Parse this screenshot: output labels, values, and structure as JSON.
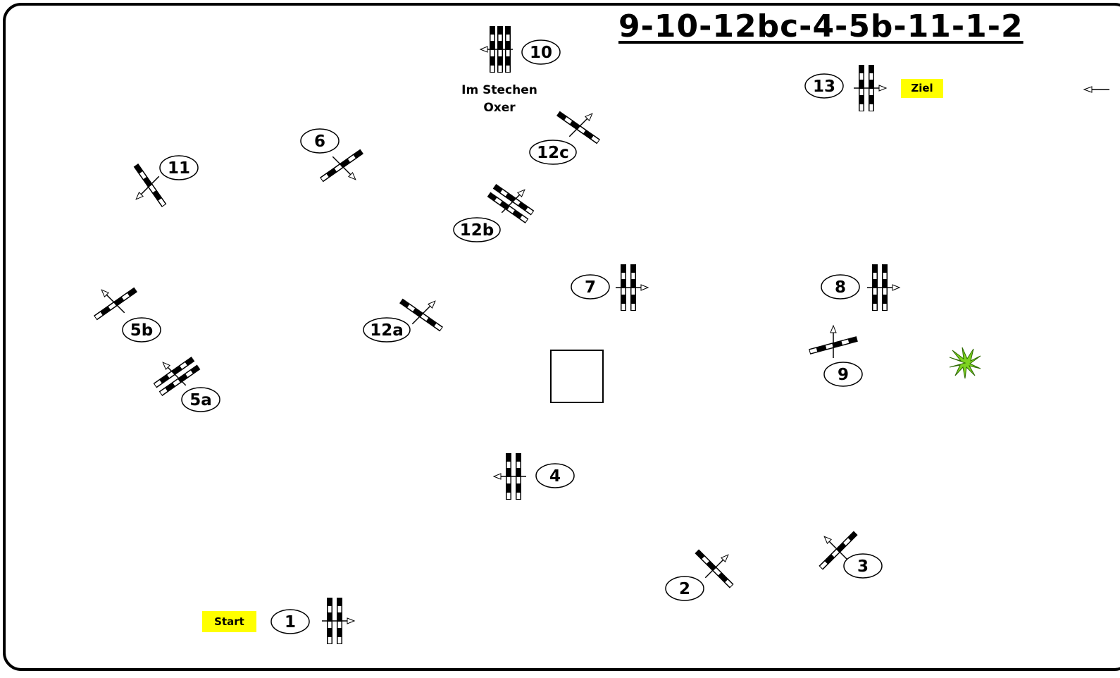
{
  "course": {
    "sequence_title": "9-10-12bc-4-5b-11-1-2",
    "start_label": "Start",
    "finish_label": "Ziel",
    "jumpoff_note_line1": "Im Stechen",
    "jumpoff_note_line2": "Oxer",
    "colors": {
      "highlight": "#ffff00",
      "ink": "#000000",
      "plant": "#7ed321"
    }
  },
  "fences": [
    {
      "id": "fence-1",
      "number": "1",
      "type": "oxer",
      "direction": "right"
    },
    {
      "id": "fence-2",
      "number": "2",
      "type": "vertical",
      "direction": "up-right"
    },
    {
      "id": "fence-3",
      "number": "3",
      "type": "vertical",
      "direction": "up-left"
    },
    {
      "id": "fence-4",
      "number": "4",
      "type": "oxer",
      "direction": "left"
    },
    {
      "id": "fence-5a",
      "number": "5a",
      "type": "oxer",
      "direction": "up-left"
    },
    {
      "id": "fence-5b",
      "number": "5b",
      "type": "vertical",
      "direction": "up-left"
    },
    {
      "id": "fence-6",
      "number": "6",
      "type": "vertical",
      "direction": "down-right"
    },
    {
      "id": "fence-7",
      "number": "7",
      "type": "oxer",
      "direction": "right"
    },
    {
      "id": "fence-8",
      "number": "8",
      "type": "oxer",
      "direction": "right"
    },
    {
      "id": "fence-9",
      "number": "9",
      "type": "vertical",
      "direction": "up"
    },
    {
      "id": "fence-10",
      "number": "10",
      "type": "triple",
      "direction": "left"
    },
    {
      "id": "fence-11",
      "number": "11",
      "type": "vertical",
      "direction": "down-left"
    },
    {
      "id": "fence-12a",
      "number": "12a",
      "type": "vertical",
      "direction": "up-right"
    },
    {
      "id": "fence-12b",
      "number": "12b",
      "type": "oxer",
      "direction": "up-right"
    },
    {
      "id": "fence-12c",
      "number": "12c",
      "type": "vertical",
      "direction": "up-right"
    },
    {
      "id": "fence-13",
      "number": "13",
      "type": "oxer",
      "direction": "right"
    }
  ]
}
